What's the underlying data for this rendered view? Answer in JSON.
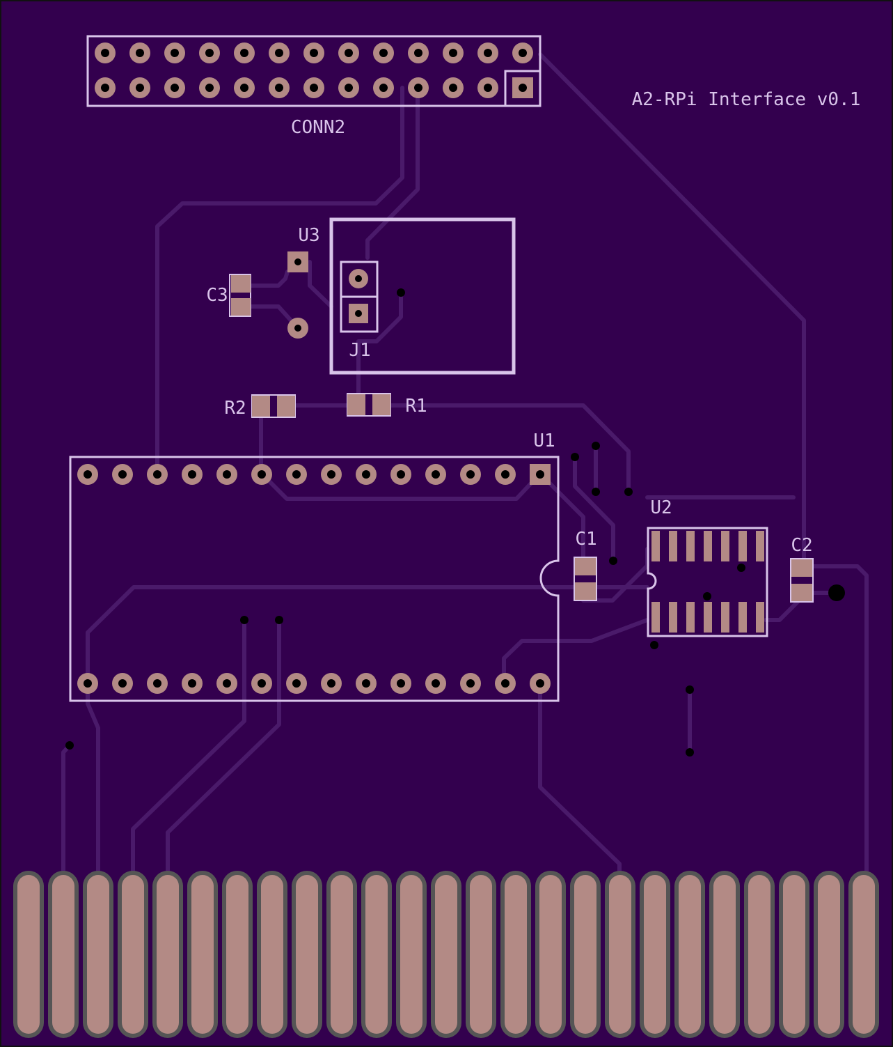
{
  "board": {
    "title": "A2-RPi Interface v0.1",
    "colors": {
      "substrate": "#33004e",
      "trace": "#4a1a6a",
      "silkscreen": "#d9c4ea",
      "pad": "#b38a85",
      "finger_outline": "#555555",
      "via": "#000000"
    }
  },
  "labels": {
    "conn2": "CONN2",
    "u3": "U3",
    "c3": "C3",
    "j1": "J1",
    "r2": "R2",
    "r1": "R1",
    "u1": "U1",
    "u2": "U2",
    "c1": "C1",
    "c2": "C2"
  }
}
